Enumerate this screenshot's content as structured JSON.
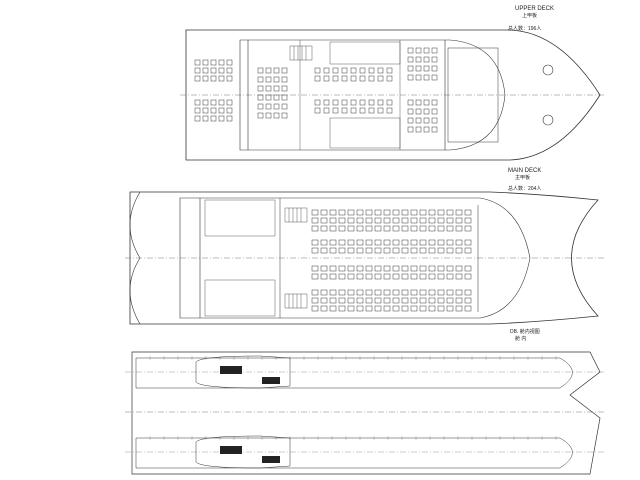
{
  "upper_deck": {
    "title": "UPPER DECK",
    "subtitle": "上甲板",
    "capacity": "总人数：196人"
  },
  "main_deck": {
    "title": "MAIN DECK",
    "subtitle": "主甲板",
    "capacity": "总人数：204人"
  },
  "hull_plan": {
    "title": "DB. 舱内视图",
    "subtitle": "舱  内"
  },
  "colors": {
    "line": "#333333",
    "seat": "#3a3a3a",
    "engine": "#222222",
    "centerline": "#555555"
  }
}
